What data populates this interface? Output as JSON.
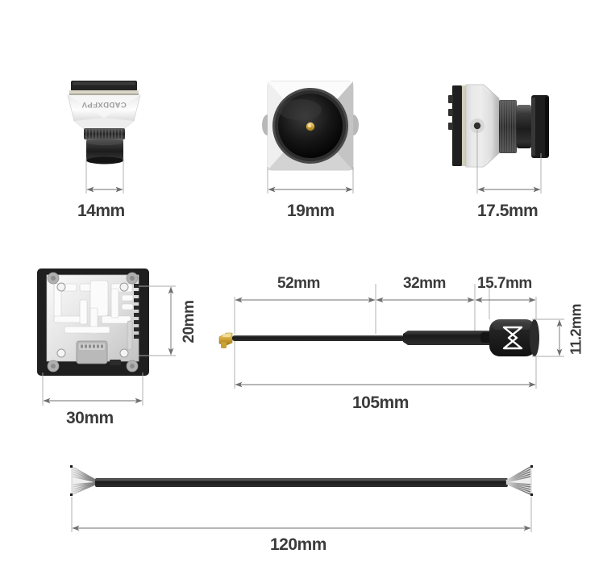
{
  "page": {
    "title": "FPV Camera and VTX Dimension Diagram",
    "background_color": "#ffffff",
    "label_color": "#3b3b3b",
    "line_color": "#8d8d8d"
  },
  "brand": {
    "logo_text": "CADDXFPV"
  },
  "items": [
    {
      "id": "camera-angled",
      "name": "camera-angled-view",
      "dimension_label": "14mm",
      "dimension_value": 14,
      "unit": "mm",
      "orientation": "horizontal"
    },
    {
      "id": "camera-front",
      "name": "camera-front-view",
      "dimension_label": "19mm",
      "dimension_value": 19,
      "unit": "mm",
      "orientation": "horizontal"
    },
    {
      "id": "camera-side",
      "name": "camera-side-view",
      "dimension_label": "17.5mm",
      "dimension_value": 17.5,
      "unit": "mm",
      "orientation": "horizontal"
    },
    {
      "id": "vtx-board",
      "name": "vtx-board-top-view",
      "dimension_width_label": "30mm",
      "dimension_width_value": 30,
      "dimension_height_label": "20mm",
      "dimension_height_value": 20,
      "unit": "mm"
    },
    {
      "id": "antenna",
      "name": "antenna-assembly",
      "segments": [
        {
          "label": "52mm",
          "value": 52
        },
        {
          "label": "32mm",
          "value": 32
        },
        {
          "label": "15.7mm",
          "value": 15.7
        }
      ],
      "total_label": "105mm",
      "total_value": 105,
      "head_height_label": "11.2mm",
      "head_height_value": 11.2,
      "head_logo": "sigma-hourglass",
      "connector": "u.fl-ipex-connector",
      "unit": "mm"
    },
    {
      "id": "cable",
      "name": "silicone-wire-cable",
      "dimension_label": "120mm",
      "dimension_value": 120,
      "unit": "mm"
    }
  ],
  "labels": {
    "d14": "14mm",
    "d19": "19mm",
    "d175": "17.5mm",
    "d30": "30mm",
    "d20": "20mm",
    "d52": "52mm",
    "d32": "32mm",
    "d157": "15.7mm",
    "d105": "105mm",
    "d112": "11.2mm",
    "d120": "120mm"
  }
}
